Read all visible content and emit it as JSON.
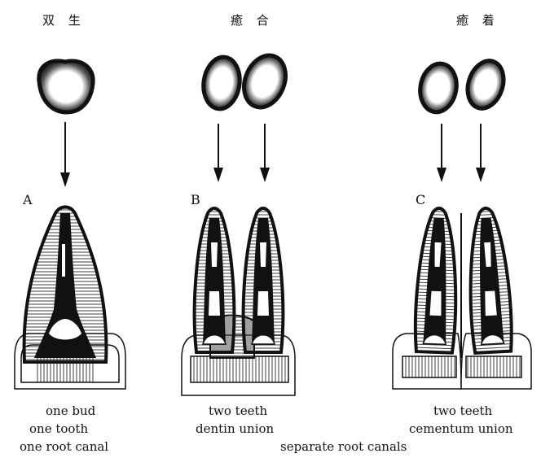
{
  "titles": {
    "a": "双 生",
    "b": "癒 合",
    "c": "癒 着"
  },
  "labels": {
    "a": "A",
    "b": "B",
    "c": "C"
  },
  "captions": {
    "a": [
      "one bud",
      "one tooth",
      "one root canal"
    ],
    "b": [
      "two teeth",
      "dentin union"
    ],
    "c": [
      "two teeth",
      "cementum union"
    ],
    "shared": "separate root canals"
  },
  "colors": {
    "ink": "#111111",
    "paper": "#ffffff"
  }
}
